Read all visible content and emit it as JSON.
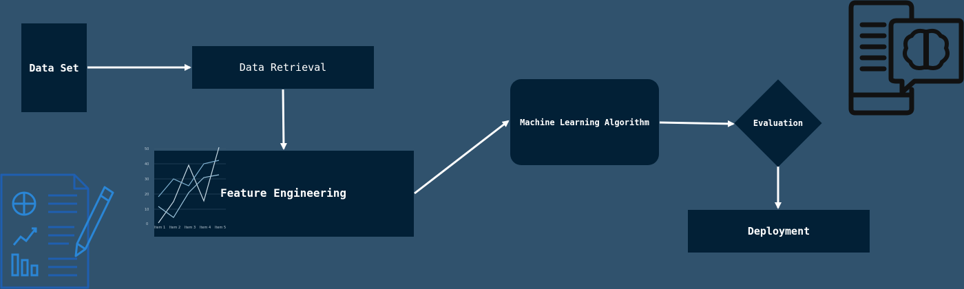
{
  "nodes": {
    "data_set": "Data Set",
    "data_retrieval": "Data Retrieval",
    "feature_engineering": "Feature Engineering",
    "ml_algorithm": "Machine Learning Algorithm",
    "evaluation": "Evaluation",
    "deployment": "Deployment"
  },
  "edges": [
    {
      "from": "data_set",
      "to": "data_retrieval"
    },
    {
      "from": "data_retrieval",
      "to": "feature_engineering"
    },
    {
      "from": "feature_engineering",
      "to": "ml_algorithm"
    },
    {
      "from": "ml_algorithm",
      "to": "evaluation"
    },
    {
      "from": "evaluation",
      "to": "deployment"
    }
  ],
  "mini_chart": {
    "y_ticks": [
      "50",
      "40",
      "30",
      "20",
      "10",
      "0"
    ],
    "x_ticks": [
      "Item 1",
      "Item 2",
      "Item 3",
      "Item 4",
      "Item 5"
    ]
  },
  "colors": {
    "background": "#30526d",
    "node_fill": "#022036",
    "edge": "#ffffff",
    "report_icon": "#2a7fd4",
    "ai_icon": "#111111"
  },
  "icons": {
    "report": "report-document-icon",
    "pencil": "pencil-icon",
    "ai": "tablet-brain-chat-icon"
  }
}
